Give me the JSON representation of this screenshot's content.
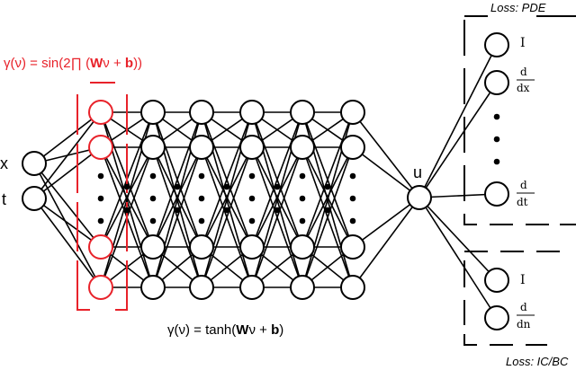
{
  "inputs": [
    "x",
    "t"
  ],
  "output": "u",
  "fourier_label": {
    "prefix": "γ(ν) = sin(2∏ (",
    "W": "W",
    "mid": "ν + ",
    "b": "b",
    "suffix": "))"
  },
  "hidden_label": {
    "prefix": "γ(ν) = tanh(",
    "W": "W",
    "mid": "ν + ",
    "b": "b",
    "suffix": ")"
  },
  "pde_box": {
    "title": "Loss: PDE",
    "ops": [
      {
        "type": "identity",
        "label": "I"
      },
      {
        "type": "derivative",
        "num": "d",
        "den": "dx"
      },
      {
        "type": "derivative",
        "num": "d",
        "den": "dt"
      }
    ]
  },
  "icbc_box": {
    "title": "Loss: IC/BC",
    "ops": [
      {
        "type": "identity",
        "label": "I"
      },
      {
        "type": "derivative",
        "num": "d",
        "den": "dn"
      }
    ]
  },
  "colors": {
    "fourier_layer": "#e8222a",
    "network": "#000000",
    "background": "#ffffff"
  }
}
